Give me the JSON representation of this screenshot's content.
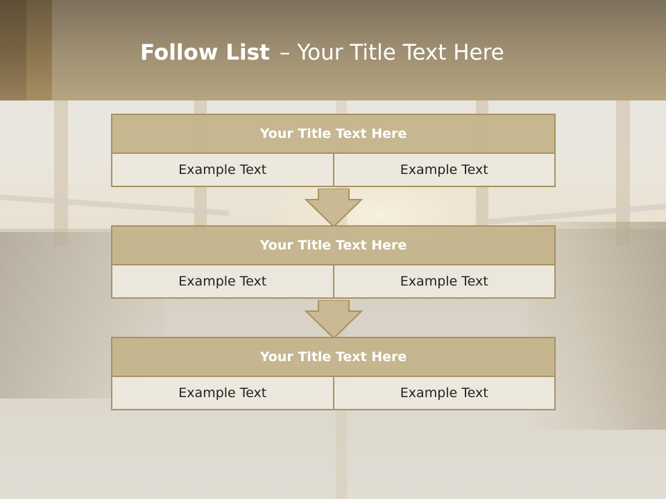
{
  "slide": {
    "title_main": "Follow List",
    "title_separator": "–",
    "title_rest": "Your Title Text Here",
    "colors": {
      "header_band": "#a89676",
      "block_title": "#c4b48c",
      "block_cell": "#ece8de",
      "border": "#a8925f"
    }
  },
  "steps": [
    {
      "title": "Your Title Text Here",
      "left": "Example Text",
      "right": "Example Text"
    },
    {
      "title": "Your Title Text Here",
      "left": "Example Text",
      "right": "Example Text"
    },
    {
      "title": "Your Title Text Here",
      "left": "Example Text",
      "right": "Example Text"
    }
  ],
  "connectors": [
    {
      "icon": "down-arrow-icon"
    },
    {
      "icon": "down-arrow-icon"
    }
  ]
}
